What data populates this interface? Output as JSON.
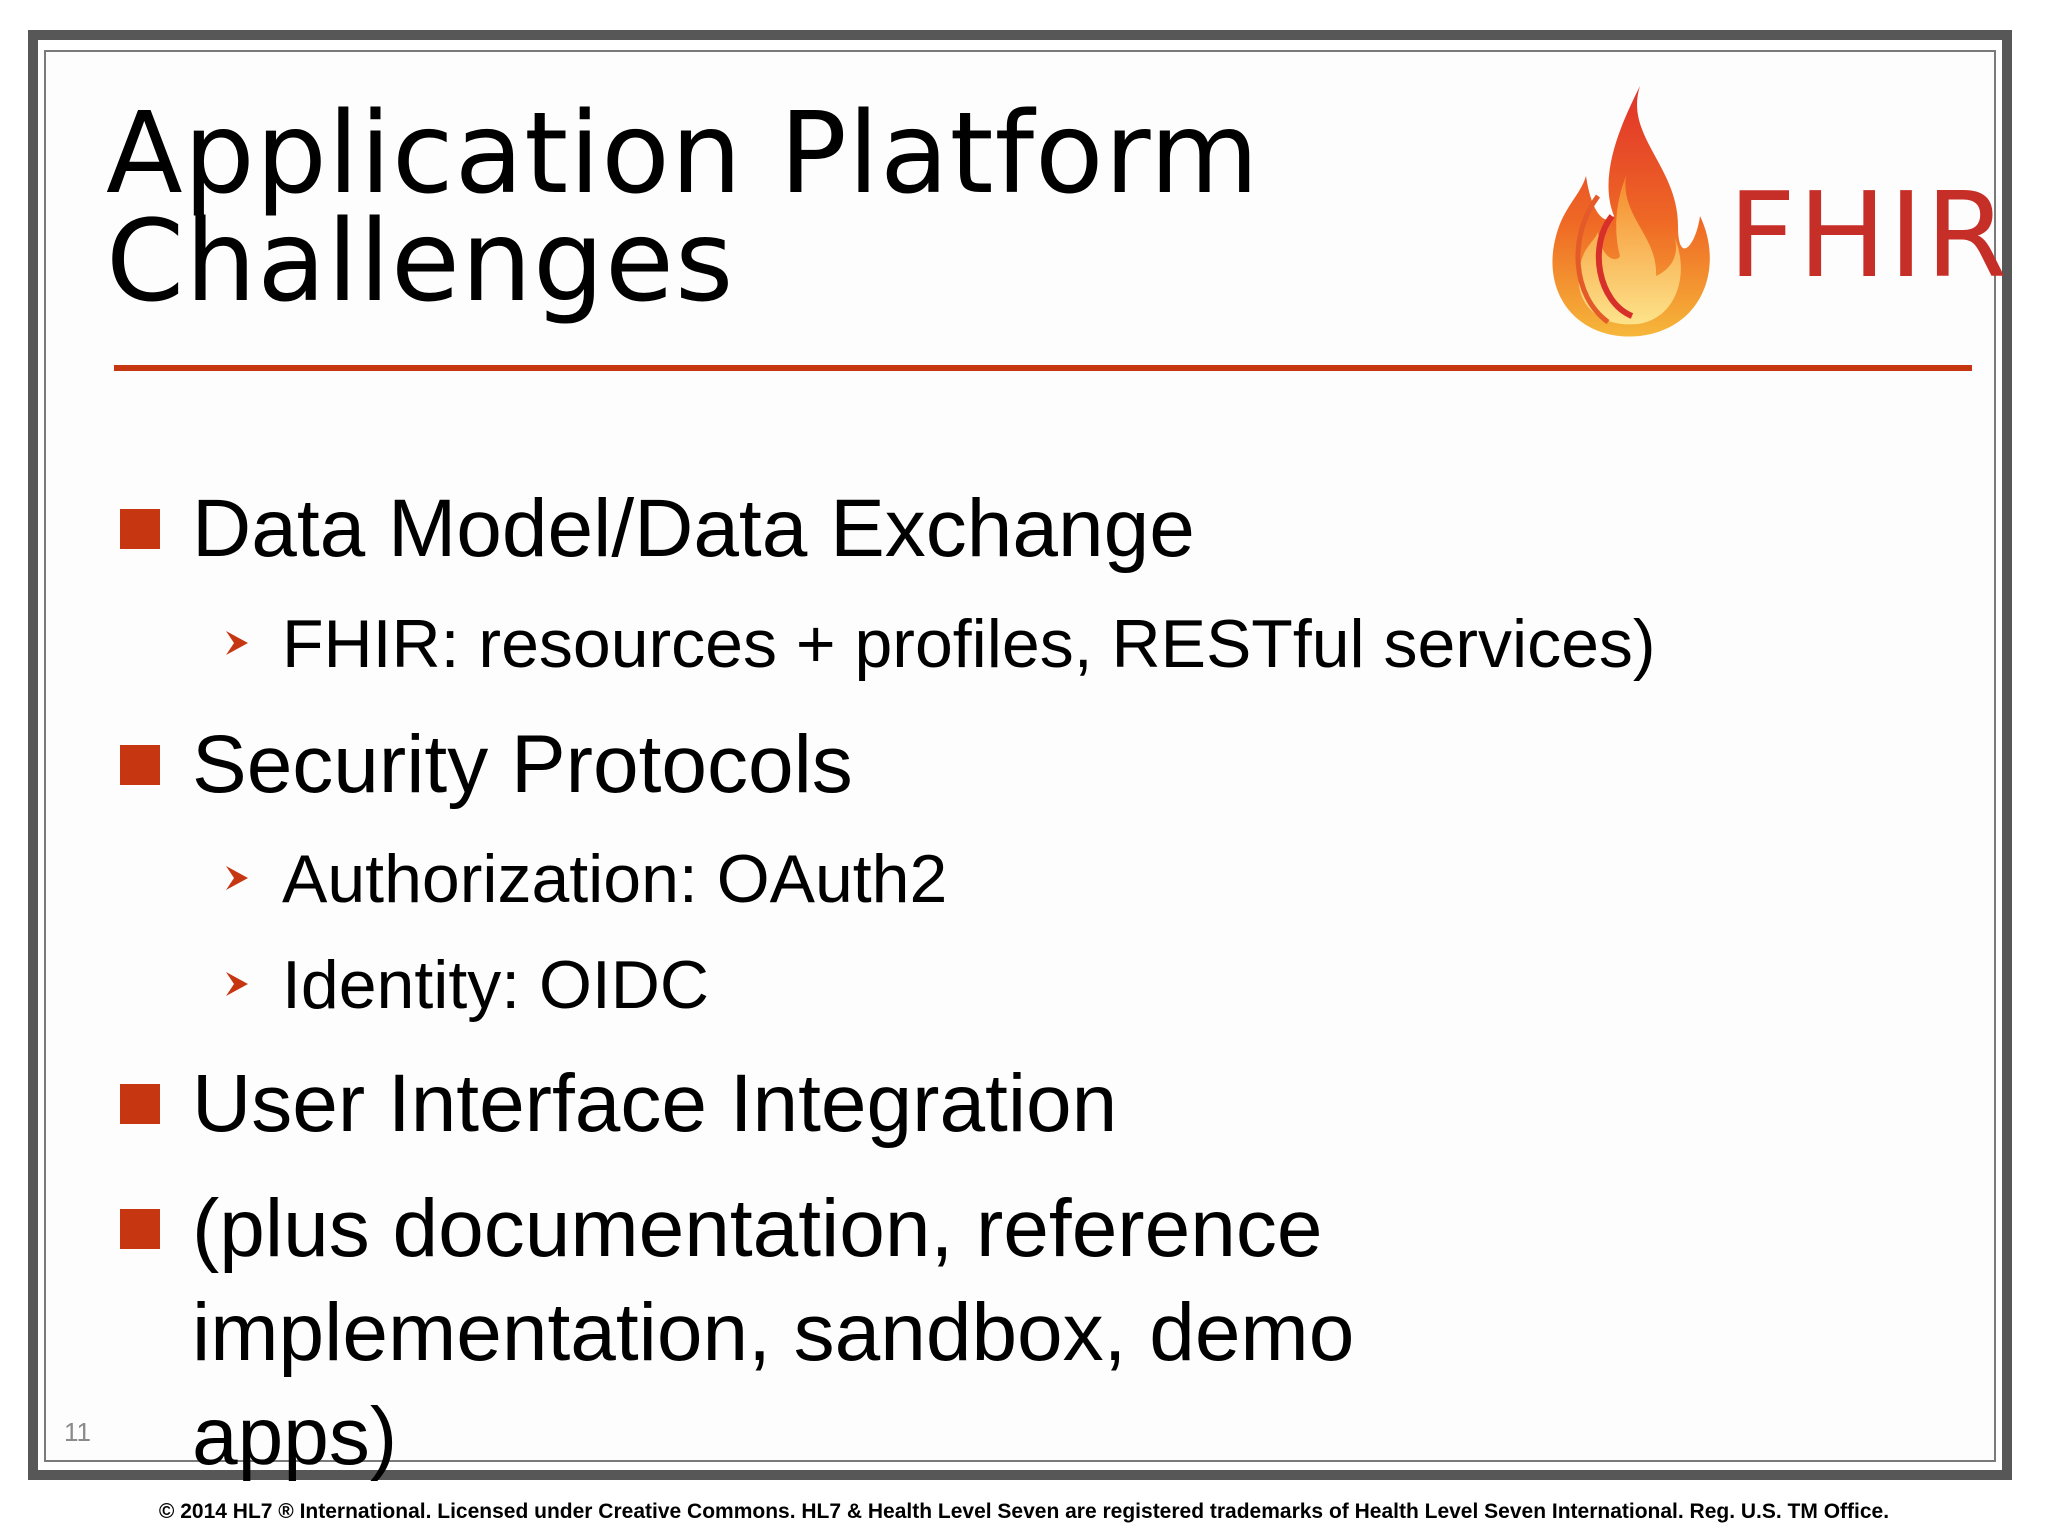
{
  "slide": {
    "title_line1": "Application Platform",
    "title_line2": "Challenges",
    "logo_text": "FHIR",
    "slide_number": "11",
    "bullets": [
      {
        "text": "Data Model/Data Exchange"
      },
      {
        "text": "FHIR: resources + profiles, RESTful services)"
      },
      {
        "text": "Security Protocols"
      },
      {
        "text": "Authorization: OAuth2"
      },
      {
        "text": "Identity: OIDC"
      },
      {
        "text": "User Interface Integration"
      },
      {
        "text": "(plus documentation, reference implementation, sandbox, demo apps)"
      }
    ]
  },
  "footer": {
    "copyright": "© 2014 HL7 ® International. Licensed under Creative Commons. HL7 & Health Level Seven are registered trademarks of Health Level Seven International. Reg. U.S. TM Office."
  },
  "colors": {
    "accent": "#c63611",
    "logo_red": "#c62f27",
    "frame": "#575757"
  },
  "icons": {
    "level1_bullet": "square-bullet-icon",
    "level2_bullet": "arrowhead-bullet-icon",
    "logo": "flame-logo-icon"
  }
}
